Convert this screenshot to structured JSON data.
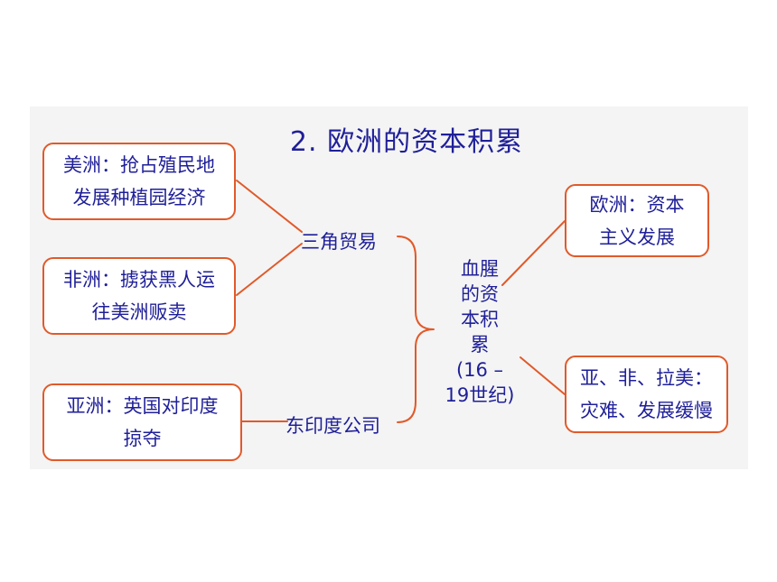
{
  "title": "2. 欧洲的资本积累",
  "colors": {
    "text": "#1f1f99",
    "border": "#e05a2a",
    "panel": "#f4f4f4"
  },
  "left_boxes": {
    "americas": {
      "line1": "美洲：抢占殖民地",
      "line2": "发展种植园经济"
    },
    "africa": {
      "line1": "非洲：掳获黑人运",
      "line2": "往美洲贩卖"
    },
    "asia": {
      "line1": "亚洲：英国对印度",
      "line2": "掠夺"
    }
  },
  "links": {
    "triangle_trade": "三角贸易",
    "east_india_company": "东印度公司"
  },
  "center": {
    "line1": "血腥",
    "line2": "的资",
    "line3": "本积",
    "line4": "累",
    "line5": "(16 –",
    "line6": "19世纪)"
  },
  "right_boxes": {
    "europe": {
      "line1": "欧洲：资本",
      "line2": "主义发展"
    },
    "others": {
      "line1": "亚、非、拉美：",
      "line2": "灾难、发展缓慢"
    }
  }
}
